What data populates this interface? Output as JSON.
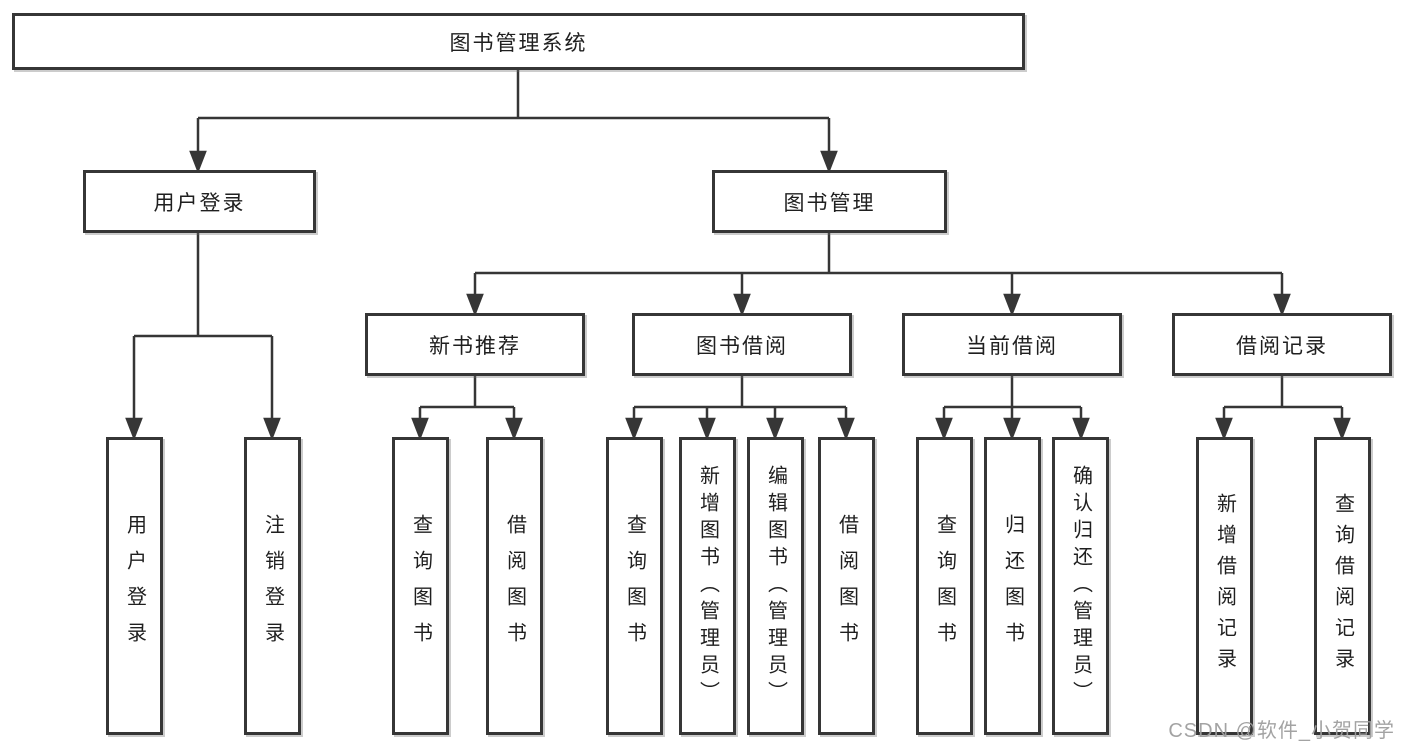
{
  "tree": {
    "root": {
      "label": "图书管理系统"
    },
    "level2": [
      {
        "label": "用户登录"
      },
      {
        "label": "图书管理"
      }
    ],
    "level3": [
      {
        "label": "新书推荐"
      },
      {
        "label": "图书借阅"
      },
      {
        "label": "当前借阅"
      },
      {
        "label": "借阅记录"
      }
    ],
    "leaves": {
      "user_login": [
        "用户登录",
        "注销登录"
      ],
      "new_book": [
        "查询图书",
        "借阅图书"
      ],
      "book_borrow": [
        "查询图书",
        "新增图书（管理员）",
        "编辑图书（管理员）",
        "借阅图书"
      ],
      "current_borrow": [
        "查询图书",
        "归还图书",
        "确认归还（管理员）"
      ],
      "borrow_record": [
        "新增借阅记录",
        "查询借阅记录"
      ]
    }
  },
  "watermark": {
    "text": "CSDN @软件_小贺同学"
  },
  "colors": {
    "line": "#363636",
    "border": "#363636",
    "text": "#1f1f1f",
    "background": "#ffffff",
    "watermark": "#9e9e9e"
  }
}
